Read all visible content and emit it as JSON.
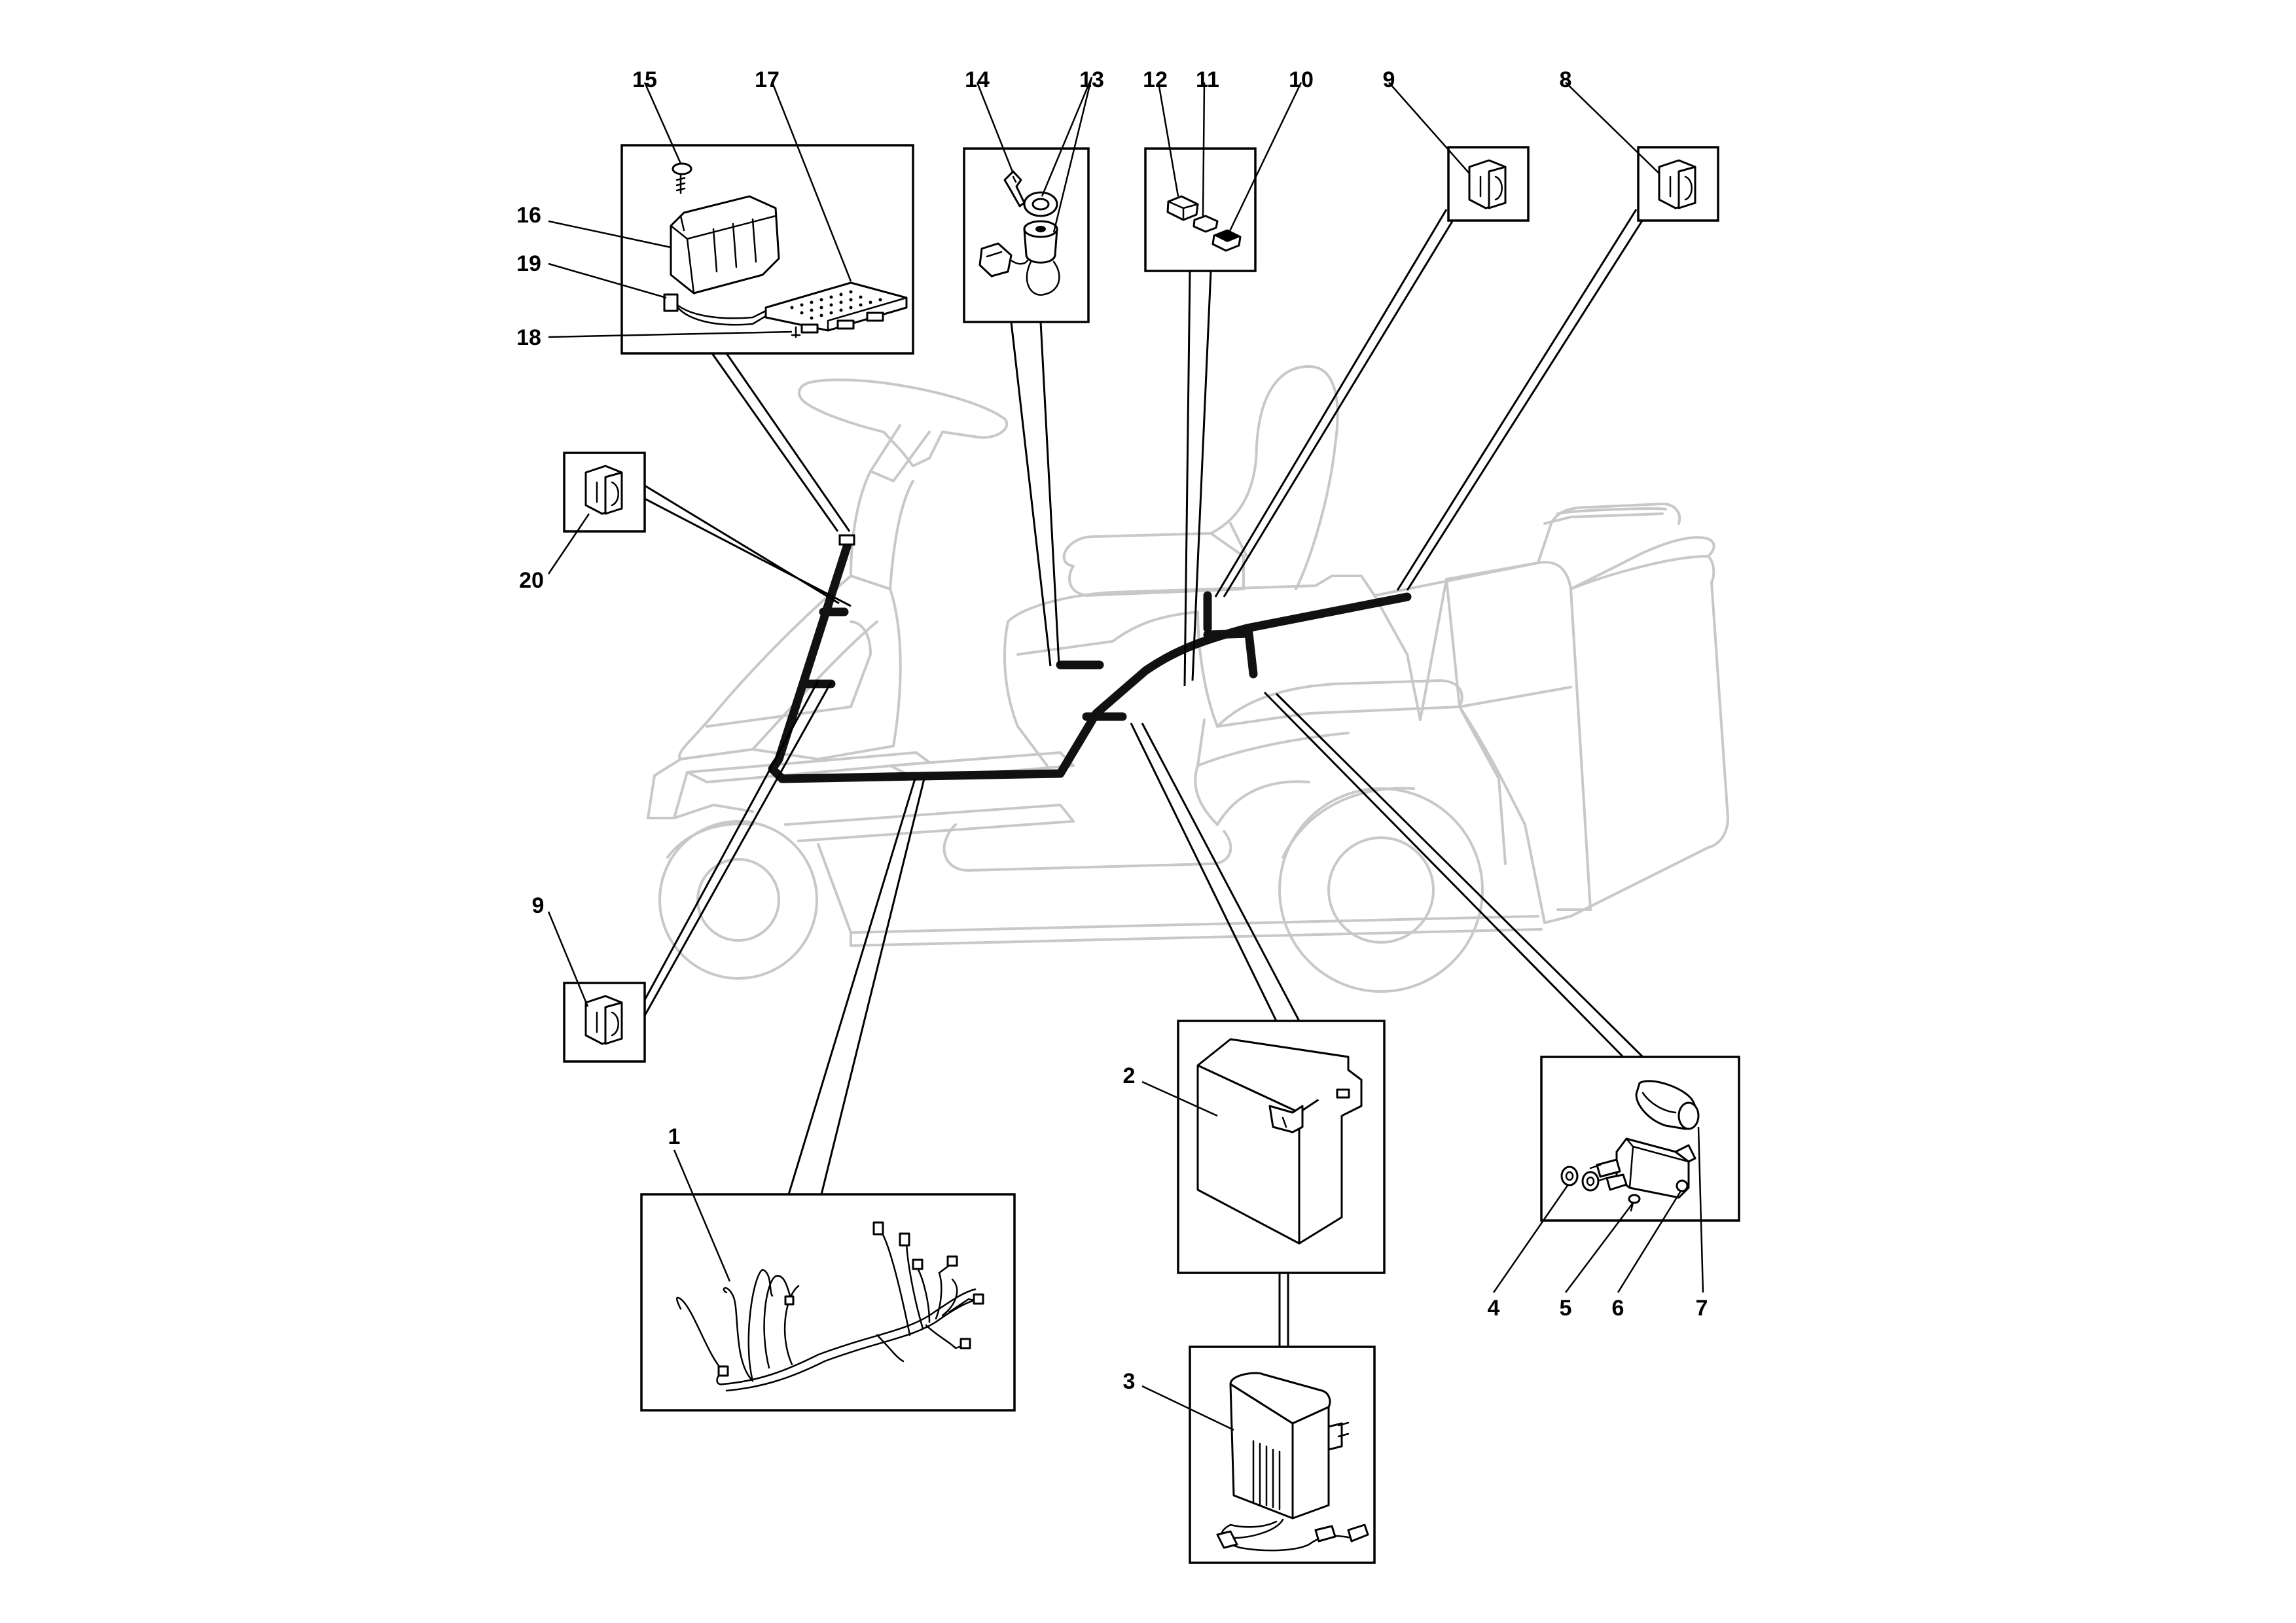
{
  "callouts": {
    "c1": "1",
    "c2": "2",
    "c3": "3",
    "c4": "4",
    "c5": "5",
    "c6": "6",
    "c7": "7",
    "c8": "8",
    "c9a": "9",
    "c9b": "9",
    "c10": "10",
    "c11": "11",
    "c12": "12",
    "c13": "13",
    "c14": "14",
    "c15": "15",
    "c16": "16",
    "c17": "17",
    "c18": "18",
    "c19": "19",
    "c20": "20"
  },
  "icons": {
    "tractor": "ride-on-mower-outline-icon",
    "harness": "wiring-harness-icon",
    "battery": "battery-icon",
    "charger": "battery-charger-icon",
    "solenoid": "starter-solenoid-icon",
    "switch": "safety-switch-icon",
    "ignition": "ignition-key-switch-icon",
    "fuse": "fuse-icon",
    "control_unit": "control-unit-icon",
    "circuit_board": "circuit-board-icon"
  },
  "colors": {
    "outline": "#c8c8c8",
    "harness": "#111111",
    "ink": "#000000",
    "background": "#ffffff"
  }
}
